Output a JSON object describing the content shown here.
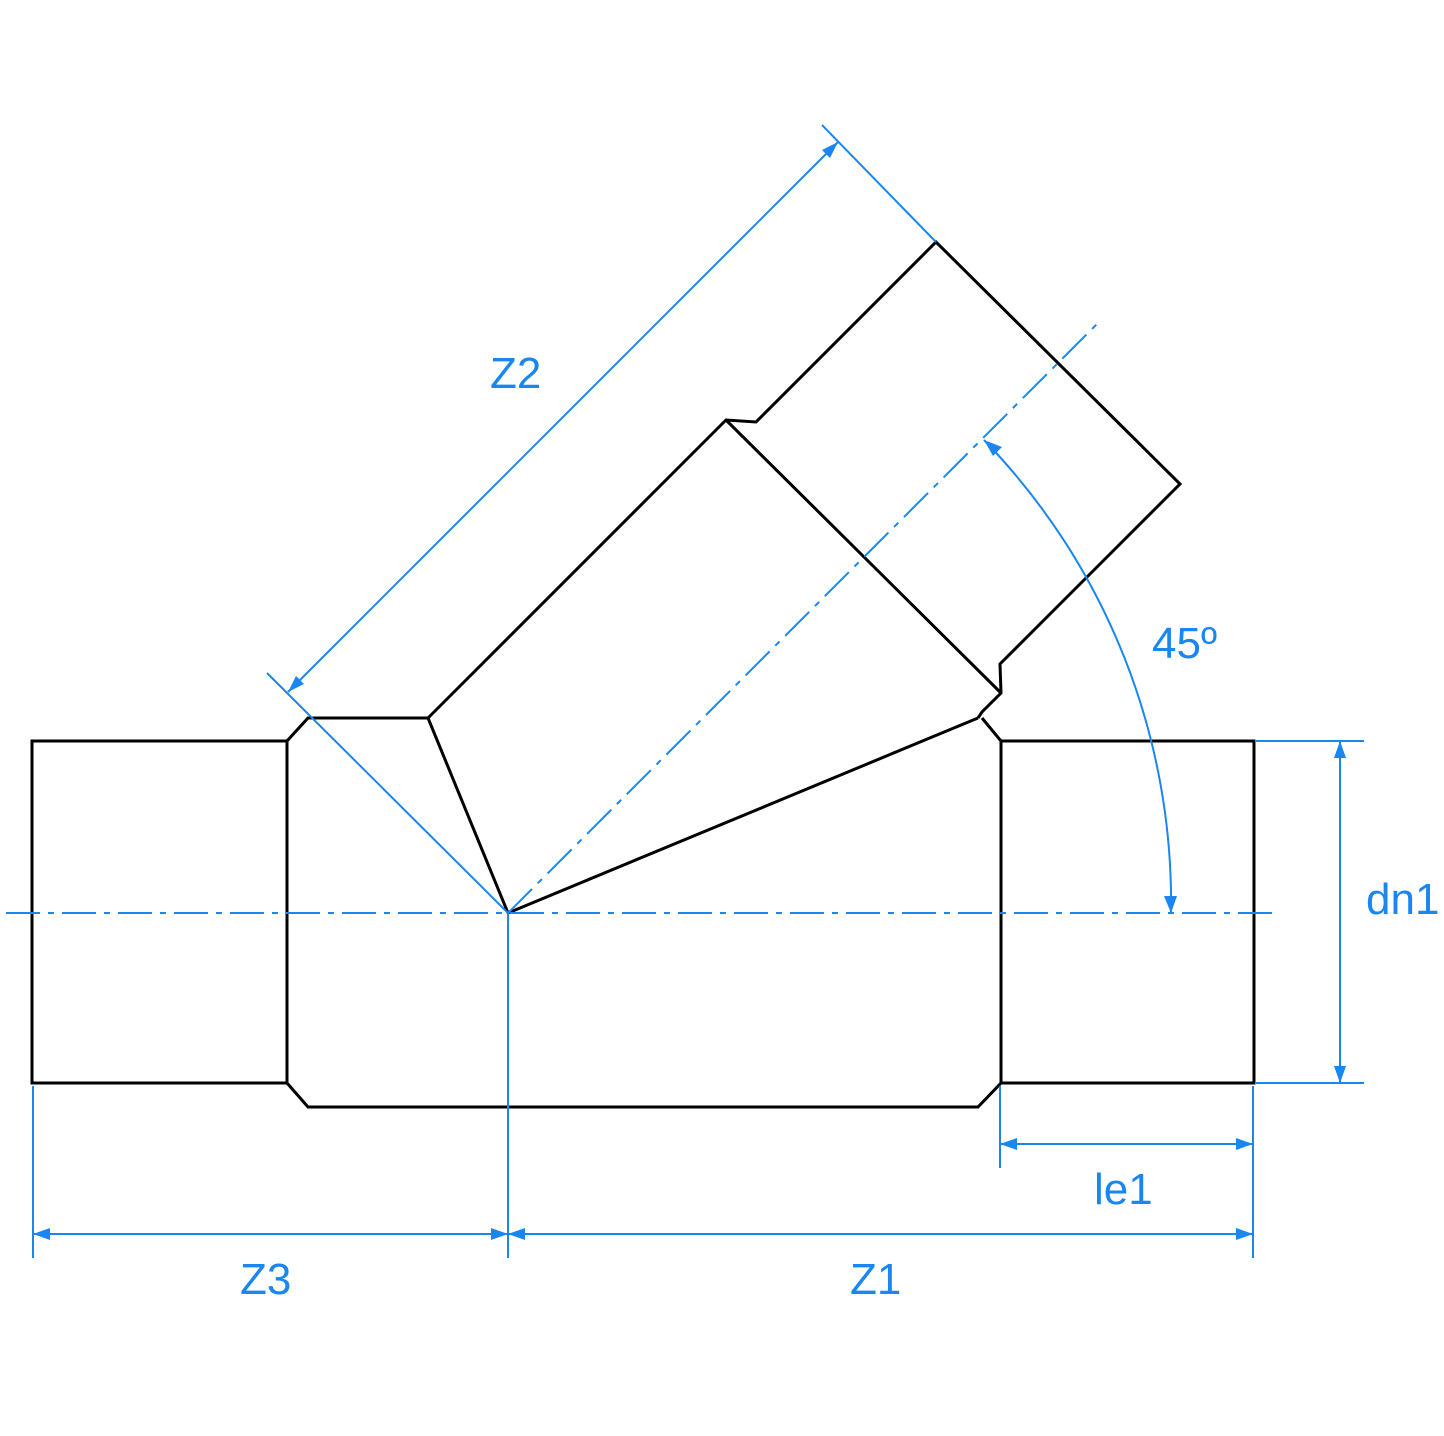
{
  "diagram": {
    "title": "45° Y-branch pipe fitting dimension drawing",
    "colors": {
      "outline": "#000000",
      "dimension": "#1a86f0"
    },
    "labels": {
      "z1": "Z1",
      "z2": "Z2",
      "z3": "Z3",
      "le1": "le1",
      "dn1": "dn1",
      "angle": "45º"
    }
  }
}
